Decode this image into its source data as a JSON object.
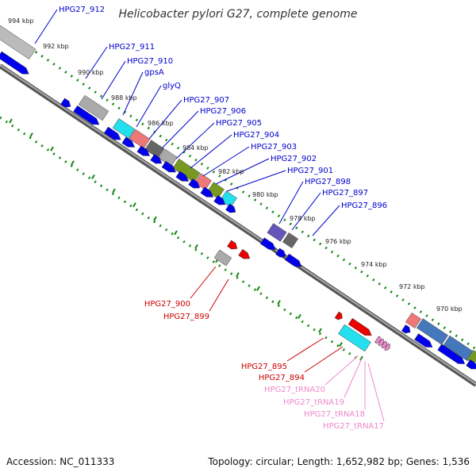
{
  "map": {
    "title": "Helicobacter pylori G27, complete genome",
    "accession_text": "Accession: NC_011333",
    "summary_text": "Topology: circular; Length: 1,652,982 bp; Genes: 1,536"
  },
  "colors": {
    "forward_cds": "#0000ee",
    "reverse_cds": "#ee0000",
    "trna": "#ee88cc",
    "backbone": "#777777",
    "tick": "#118811",
    "forward_label": "#0000cc",
    "reverse_label": "#cc0000",
    "trna_label": "#ee88cc",
    "cog_grey": "#bbbbbb",
    "cog_cyan": "#22e0ee",
    "cog_salmon": "#ee7777",
    "cog_dark_grey": "#666666",
    "cog_light_grey": "#aaaaaa",
    "cog_olive": "#779922",
    "cog_purple": "#6655bb",
    "cog_steel_blue": "#4477bb"
  },
  "kbp_ticks": [
    "994 kbp",
    "992 kbp",
    "990 kbp",
    "988 kbp",
    "986 kbp",
    "984 kbp",
    "982 kbp",
    "980 kbp",
    "978 kbp",
    "976 kbp",
    "974 kbp",
    "972 kbp",
    "970 kbp"
  ],
  "forward_genes": [
    "HPG27_912",
    "HPG27_911",
    "HPG27_910",
    "gpsA",
    "glyQ",
    "HPG27_907",
    "HPG27_906",
    "HPG27_905",
    "HPG27_904",
    "HPG27_903",
    "HPG27_902",
    "HPG27_901",
    "HPG27_898",
    "HPG27_897",
    "HPG27_896"
  ],
  "reverse_genes": [
    "HPG27_900",
    "HPG27_899",
    "HPG27_895",
    "HPG27_894"
  ],
  "trna_genes": [
    "HPG27_tRNA20",
    "HPG27_tRNA19",
    "HPG27_tRNA18",
    "HPG27_tRNA17"
  ]
}
